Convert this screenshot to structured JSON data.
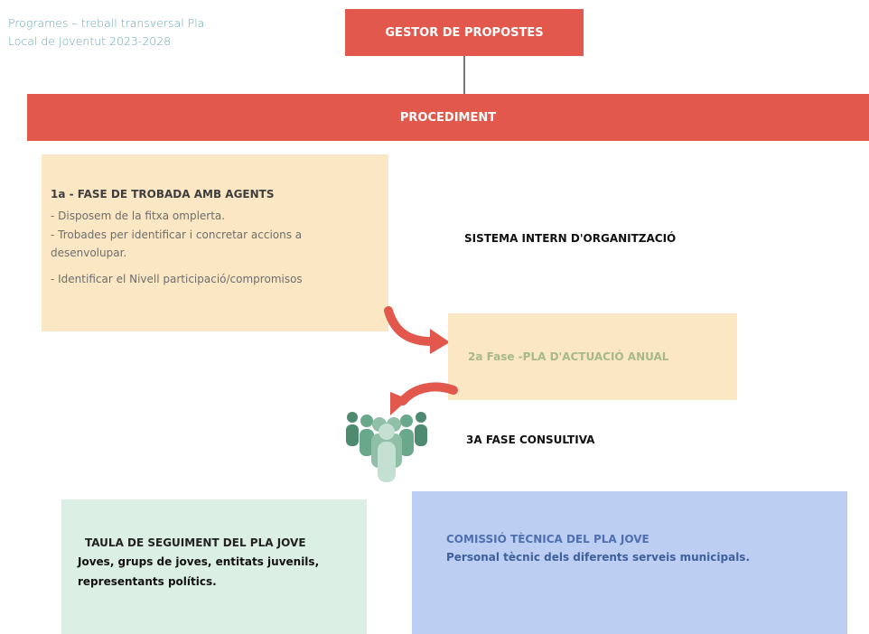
{
  "header": {
    "caption": "Programes – treball transversal Pla\nLocal de Joventut 2023-2028"
  },
  "gestor": {
    "label": "GESTOR DE PROPOSTES"
  },
  "procediment": {
    "label": "PROCEDIMENT"
  },
  "phase1": {
    "title": "1a - FASE DE TROBADA AMB AGENTS",
    "items": [
      "- Disposem de la fitxa omplerta.",
      "- Trobades per identificar i concretar accions a desenvolupar.",
      "- Identificar el Nivell  participació/compromisos"
    ]
  },
  "internal_system": {
    "label": "SISTEMA INTERN  D'ORGANITZACIÓ"
  },
  "phase2": {
    "label": "2a Fase -PLA D'ACTUACIÓ ANUAL"
  },
  "phase3": {
    "label": "3A FASE CONSULTIVA"
  },
  "taula": {
    "title": "TAULA DE SEGUIMENT DEL PLA JOVE",
    "description": "Joves, grups de joves, entitats juvenils, representants polítics."
  },
  "comissio": {
    "title": "COMISSIÓ TÈCNICA DEL PLA JOVE",
    "description": "Personal tècnic dels diferents serveis municipals."
  },
  "colors": {
    "red": "#e3584c",
    "peach": "#fbe7c4",
    "mint": "#dcefe4",
    "lavender": "#bccff3",
    "people": "#5f9a82"
  },
  "icons": {
    "people": "people-group-icon",
    "arrow": "curved-arrow-icon"
  }
}
